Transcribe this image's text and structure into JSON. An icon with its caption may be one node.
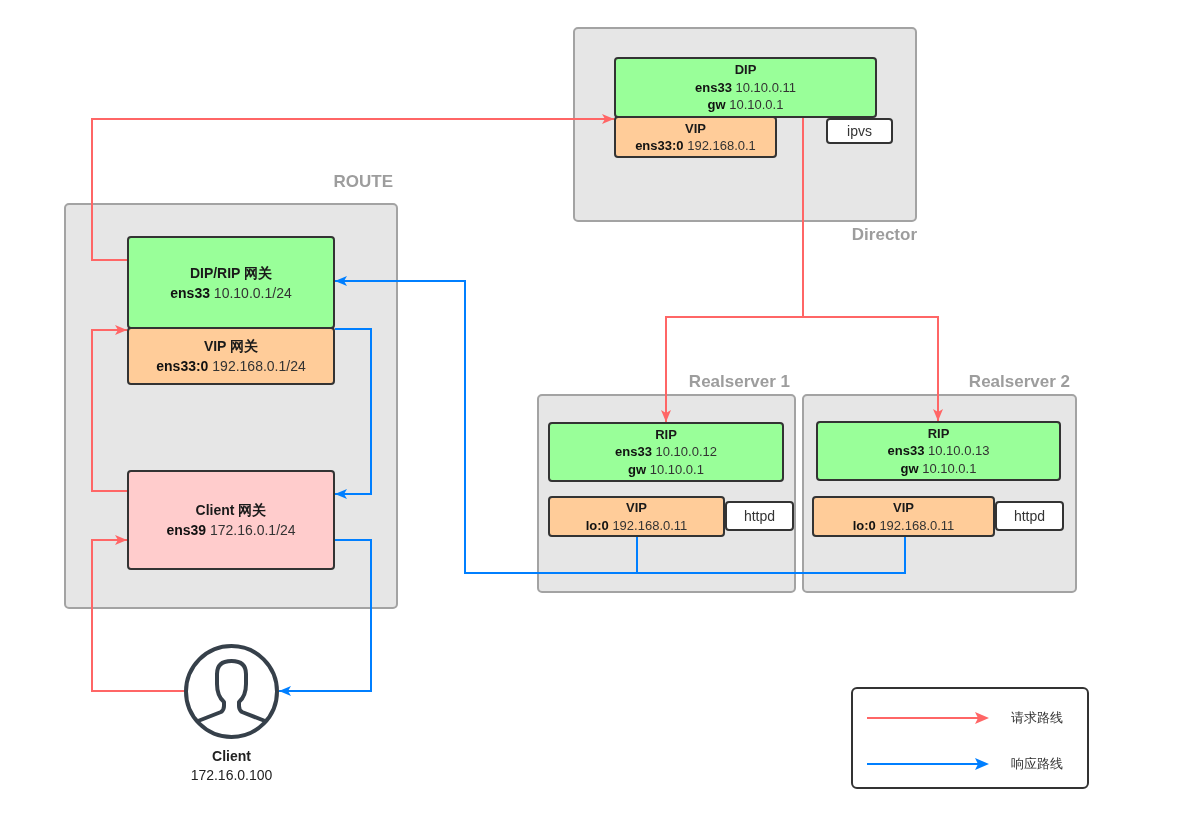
{
  "diagram": {
    "nodes": [
      {
        "text": [
          "Director"
        ]
      },
      {
        "text": [
          "DIP",
          "**ens33** 10.10.0.11",
          "**gw** 10.10.0.1"
        ],
        "in": 0
      },
      {
        "text": [
          "VIP",
          "**ens33:0** 192.168.0.1"
        ],
        "in": 0
      },
      {
        "text": [
          "ipvs"
        ],
        "in": 0
      },
      {
        "text": [
          "ROUTE"
        ]
      },
      {
        "text": [
          "DIP/RIP 网关",
          "**ens33** 10.10.0.1/24"
        ],
        "in": 4
      },
      {
        "text": [
          "VIP 网关",
          "**ens33:0** 192.168.0.1/24"
        ],
        "in": 4
      },
      {
        "text": [
          "Client 网关",
          "**ens39** 172.16.0.1/24"
        ],
        "in": 4
      },
      {
        "text": [
          "Realserver 1"
        ]
      },
      {
        "text": [
          "RIP",
          "**ens33** 10.10.0.12",
          "**gw** 10.10.0.1"
        ],
        "in": 8
      },
      {
        "text": [
          "VIP",
          "**lo:0** 192.168.0.11"
        ],
        "in": 8
      },
      {
        "text": [
          "httpd"
        ],
        "in": 8
      },
      {
        "text": [
          "Realserver 2"
        ]
      },
      {
        "text": [
          "RIP",
          "**ens33** 10.10.0.13",
          "**gw** 10.10.0.1"
        ],
        "in": 12
      },
      {
        "text": [
          "VIP",
          "**lo:0** 192.168.0.11"
        ],
        "in": 12
      },
      {
        "text": [
          "httpd"
        ],
        "in": 12
      },
      {
        "text": [],
        "shape": "person",
        "beside": [
          "Client",
          "172.16.0.100"
        ]
      }
    ],
    "edges": [
      {
        "from": 16,
        "to": 7,
        "arrow": "to"
      },
      {
        "from": 7,
        "to": 6,
        "arrow": "to"
      },
      {
        "from": 5,
        "to": 2,
        "arrow": "to"
      },
      {
        "from": 1,
        "to": 9,
        "arrow": "to"
      },
      {
        "from": 1,
        "to": 13,
        "arrow": "to"
      },
      {
        "from": 10,
        "to": 5,
        "arrow": "to",
        "color": "#007fff"
      },
      {
        "from": 14,
        "to": 5,
        "arrow": "to",
        "color": "#007fff"
      },
      {
        "from": 6,
        "to": 7,
        "arrow": "to",
        "color": "#007fff"
      },
      {
        "from": 7,
        "to": 16,
        "arrow": "to",
        "color": "#007fff"
      }
    ],
    "legend": [
      {
        "text": "请求路线"
      },
      {
        "text": "响应路线"
      }
    ]
  }
}
